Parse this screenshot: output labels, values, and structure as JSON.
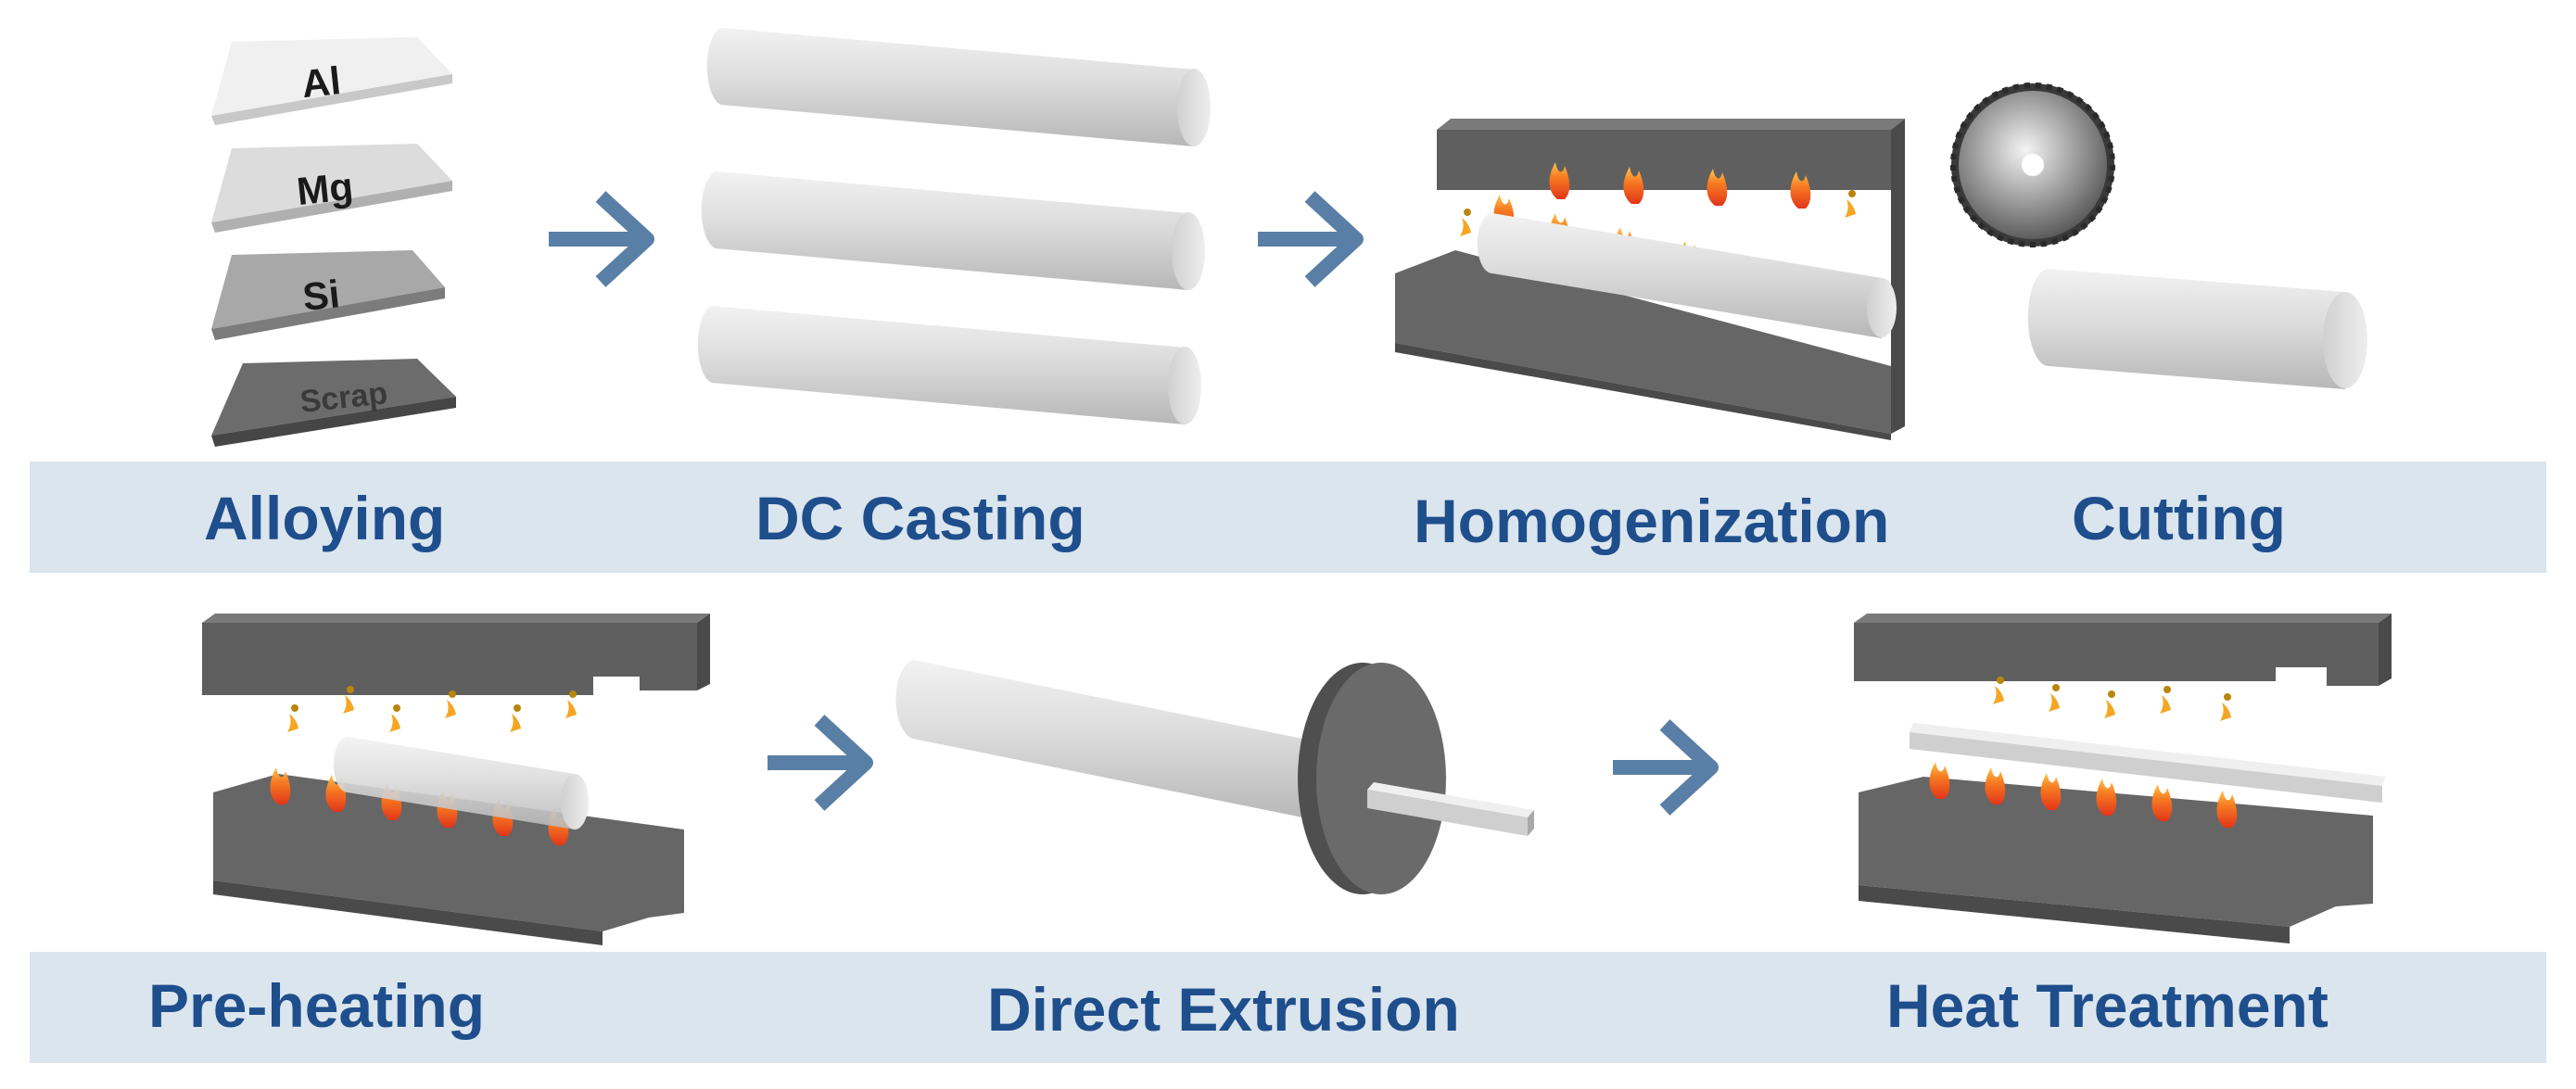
{
  "steps": {
    "alloying": "Alloying",
    "dc_casting": "DC Casting",
    "homogenization": "Homogenization",
    "cutting": "Cutting",
    "preheating": "Pre-heating",
    "direct_extrusion": "Direct Extrusion",
    "heat_treatment": "Heat Treatment"
  },
  "ingots": [
    "Al",
    "Mg",
    "Si",
    "Scrap"
  ],
  "colors": {
    "label_text": "#1f4e8c",
    "band": "#dbe5ee",
    "arrow": "#5a7fa6",
    "furnace": "#5f5f5f",
    "billet": "#d8d8d8",
    "flame": "#f2581d"
  }
}
